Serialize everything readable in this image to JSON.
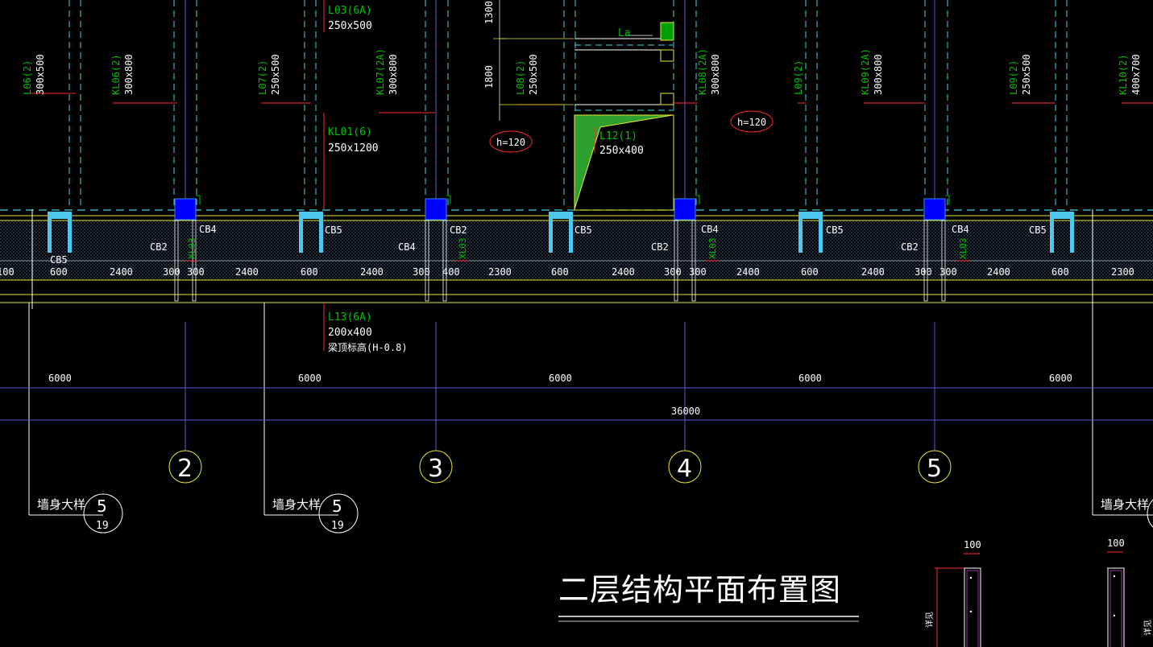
{
  "drawing": {
    "title": "二层结构平面布置图",
    "colors": {
      "background": "#000000",
      "axis": "#5a5ad8",
      "dashed_beam": "#3fd4e0",
      "wall": "#e8e830",
      "white": "#ffffff",
      "red": "#ff2a2a",
      "green": "#00c000",
      "text_yellow": "#ffffff",
      "column": "#0000ff",
      "column_outline": "#3d8ef0",
      "hatch": "#6a8fb0",
      "cyan_cap": "#4ec8f0",
      "orange": "#e8a000"
    }
  },
  "vertical_beams": [
    {
      "name": "L06(2)",
      "size": "300x500"
    },
    {
      "name": "KL06(2)",
      "size": "300x800"
    },
    {
      "name": "L07(2)",
      "size": "250x500"
    },
    {
      "name": "KL07(2A)",
      "size": "300x800"
    },
    {
      "name": "L08(2)",
      "size": "250x500"
    },
    {
      "name": "KL08(2A)",
      "size": "300x800"
    },
    {
      "name": "L09(2)",
      "size": ""
    },
    {
      "name": "KL09(2A)",
      "size": "300x800"
    },
    {
      "name": "L09(2)",
      "size": "250x500"
    },
    {
      "name": "KL10(2)",
      "size": "400x700"
    }
  ],
  "horizontal_labels": {
    "l03": "L03(6A)",
    "l03_size": "250x500",
    "kl01": "KL01(6)",
    "kl01_size": "250x1200",
    "l12": "L12(1)",
    "l12_size": "250x400",
    "la": "La",
    "l13": "L13(6A)",
    "l13_size": "200x400",
    "l13_note": "梁顶标高(H-0.8)"
  },
  "slab_thickness": [
    "h=120",
    "h=120"
  ],
  "side_dims": [
    "1300",
    "1800"
  ],
  "window_labels": [
    "CB5",
    "CB4",
    "CB2",
    "CB5",
    "CB4",
    "CB2",
    "CB5",
    "CB2",
    "CB4",
    "CB5",
    "CB2",
    "CB4",
    "CB5",
    "CB5",
    "CB2",
    "CB2"
  ],
  "xl_labels": [
    "XL03",
    "XL03",
    "XL03",
    "XL03"
  ],
  "wall_dims": [
    "100",
    "600",
    "2400",
    "300",
    "300",
    "2400",
    "600",
    "2400",
    "300",
    "400",
    "2300",
    "600",
    "2400",
    "300",
    "300",
    "2400",
    "600",
    "2400",
    "300",
    "300",
    "2400",
    "600",
    "2300"
  ],
  "bay_dims": [
    "6000",
    "6000",
    "6000",
    "6000",
    "6000"
  ],
  "total_dim": "36000",
  "axes": [
    "2",
    "3",
    "4",
    "5"
  ],
  "detail_refs": [
    {
      "label": "墙身大样",
      "top": "5",
      "bottom": "19"
    },
    {
      "label": "墙身大样",
      "top": "5",
      "bottom": "19"
    },
    {
      "label": "墙身大样",
      "top": "",
      "bottom": ""
    }
  ],
  "section_dims": [
    "100",
    "100"
  ],
  "section_labels": [
    "详见",
    "详见"
  ]
}
